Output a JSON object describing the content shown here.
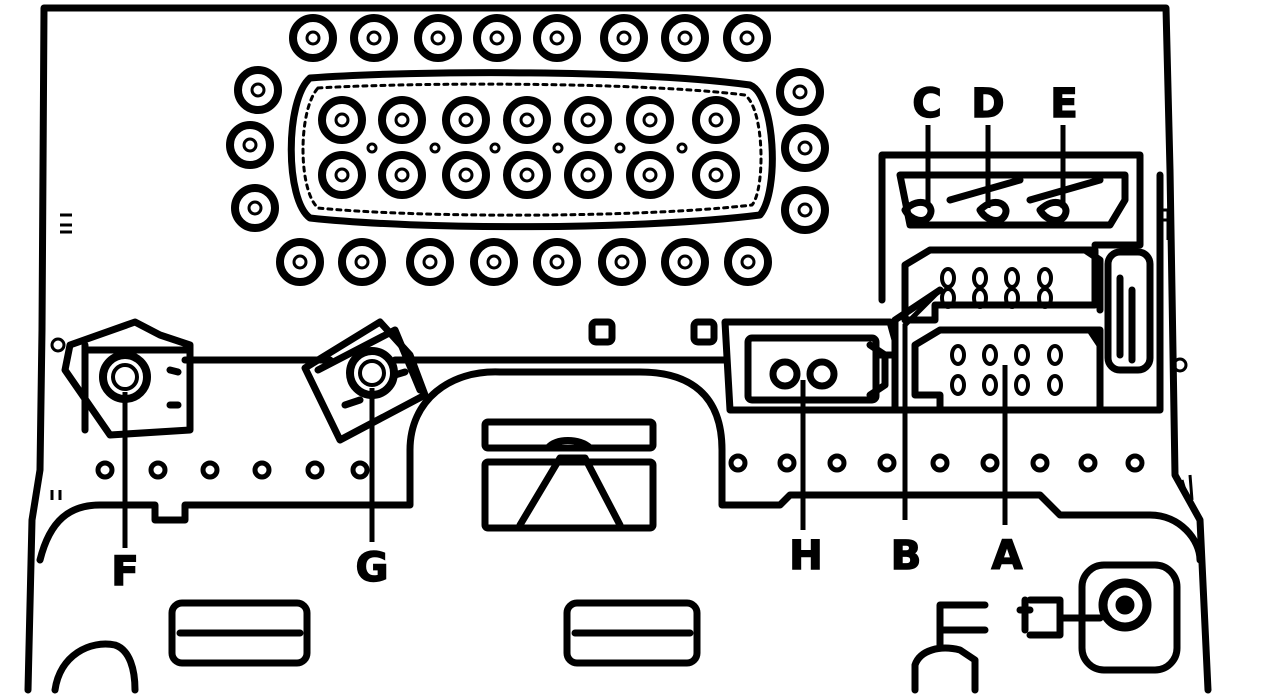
{
  "diagram": {
    "title": "",
    "stroke_color": "#000000",
    "background_color": "#ffffff",
    "labels": {
      "a": "A",
      "b": "B",
      "c": "C",
      "d": "D",
      "e": "E",
      "f": "F",
      "g": "G",
      "h": "H"
    }
  }
}
